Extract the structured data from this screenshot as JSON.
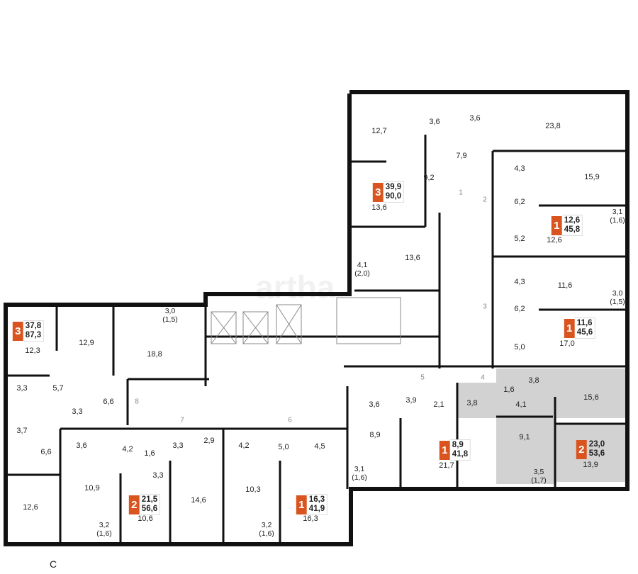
{
  "watermark": "artha",
  "compass": "С",
  "highlight_color": "#d2d2d2",
  "badge_color": "#d9541e",
  "rooms": [
    "12,7",
    "3,6",
    "3,6",
    "23,8",
    "7,9",
    "9,2",
    "4,3",
    "15,9",
    "13,6",
    "6,2",
    "5,2",
    "13,6",
    "4,3",
    "11,6",
    "6,2",
    "5,0",
    "12,6",
    "17,0",
    "12,3",
    "12,9",
    "18,8",
    "3,3",
    "5,7",
    "6,6",
    "3,3",
    "3,7",
    "6,6",
    "12,6",
    "3,6",
    "4,2",
    "1,6",
    "3,3",
    "2,9",
    "3,3",
    "10,9",
    "10,6",
    "14,6",
    "4,2",
    "5,0",
    "4,5",
    "10,3",
    "16,3",
    "3,6",
    "3,9",
    "2,1",
    "3,8",
    "1,6",
    "3,8",
    "4,1",
    "15,6",
    "8,9",
    "21,7",
    "9,1",
    "13,9"
  ],
  "balconies": [
    {
      "area": "3,1",
      "reduced": "(1,6)"
    },
    {
      "area": "4,1",
      "reduced": "(2,0)"
    },
    {
      "area": "3,0",
      "reduced": "(1,5)"
    },
    {
      "area": "3,0",
      "reduced": "(1,5)"
    },
    {
      "area": "3,2",
      "reduced": "(1,6)"
    },
    {
      "area": "3,2",
      "reduced": "(1,6)"
    },
    {
      "area": "3,1",
      "reduced": "(1,6)"
    },
    {
      "area": "3,5",
      "reduced": "(1,7)"
    }
  ],
  "doors": [
    "1",
    "2",
    "3",
    "4",
    "5",
    "6",
    "7",
    "8"
  ],
  "apartments": [
    {
      "rooms": "3",
      "living": "39,9",
      "total": "90,0"
    },
    {
      "rooms": "1",
      "living": "12,6",
      "total": "45,8"
    },
    {
      "rooms": "1",
      "living": "11,6",
      "total": "45,6"
    },
    {
      "rooms": "3",
      "living": "37,8",
      "total": "87,3"
    },
    {
      "rooms": "2",
      "living": "21,5",
      "total": "56,6"
    },
    {
      "rooms": "1",
      "living": "16,3",
      "total": "41,9"
    },
    {
      "rooms": "1",
      "living": "8,9",
      "total": "41,8"
    },
    {
      "rooms": "2",
      "living": "23,0",
      "total": "53,6",
      "highlighted": true
    }
  ]
}
